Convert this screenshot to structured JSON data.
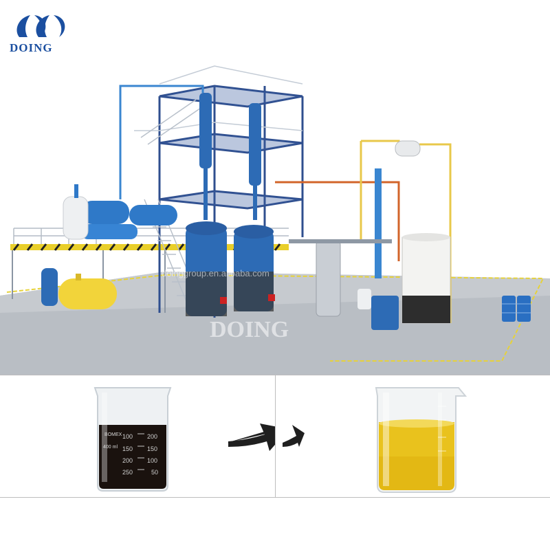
{
  "logo": {
    "text": "DOING",
    "brand_color": "#1b4fa0"
  },
  "scene": {
    "watermark_url": "doinggroup.en.alibaba.com",
    "watermark_brand": "DOING",
    "colors": {
      "ground": "#b9bec4",
      "structure": "#2f4f8f",
      "reactor": "#2d6bb5",
      "tank_yellow": "#f2d43a",
      "boiler": "#f3f3f1",
      "pipe_orange": "#d2642a",
      "pipe_yellow": "#e8c84a"
    }
  },
  "beaker_left": {
    "brand": "BOMEX",
    "capacity": "400 ml",
    "scale_left": [
      "100",
      "150",
      "200",
      "250"
    ],
    "scale_right": [
      "200",
      "150",
      "100",
      "50"
    ],
    "liquid_color": "#1a120e"
  },
  "beaker_right": {
    "liquid_color": "#e9c21d"
  },
  "arrow": {
    "icon": "right-arrow-icon",
    "color": "#1f1f1f"
  }
}
